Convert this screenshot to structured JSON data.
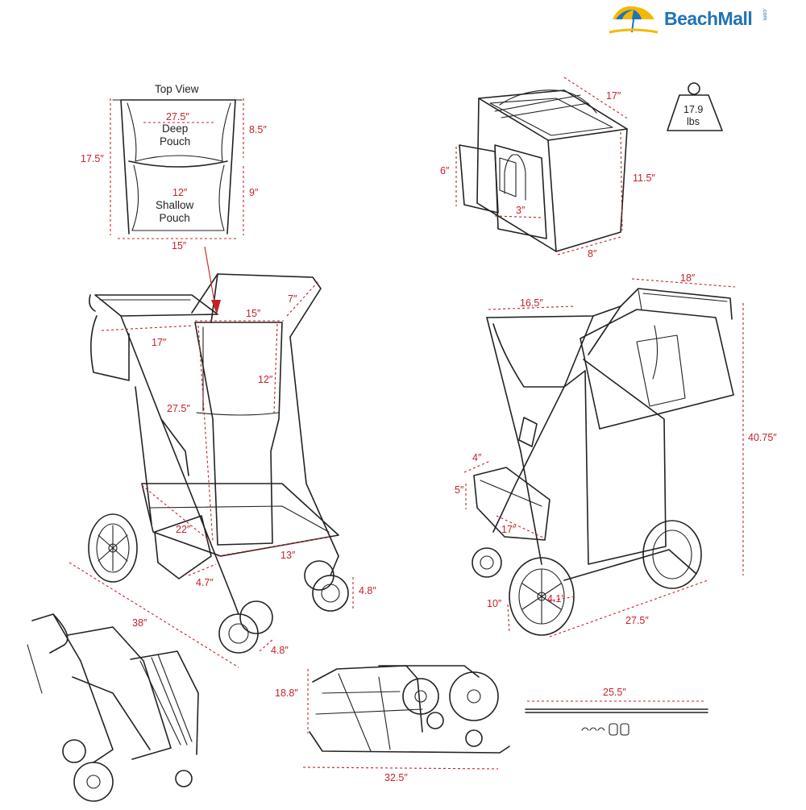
{
  "brand": {
    "name": "BeachMall",
    "suffix": ".com"
  },
  "colors": {
    "dimension": "#c8202a",
    "outline": "#222222",
    "brand_blue": "#1f73b8",
    "brand_yellow": "#f5b800"
  },
  "top_view": {
    "title": "Top View",
    "deep_pouch": "Deep\nPouch",
    "shallow_pouch": "Shallow\nPouch",
    "dims": {
      "deep_width": "27.5″",
      "total_depth": "17.5″",
      "deep_depth": "8.5″",
      "shallow_depth": "9″",
      "shallow_width": "12″",
      "width": "15″"
    }
  },
  "cooler": {
    "dims": {
      "length": "17″",
      "height": "11.5″",
      "depth": "8″",
      "pocket_height": "6″",
      "pocket_depth": "3″"
    }
  },
  "weight": {
    "value": "17.9",
    "unit": "lbs"
  },
  "cart_left": {
    "dims": {
      "top_width": "15″",
      "top_depth": "7″",
      "side_width": "17″",
      "bag_height": "12″",
      "bag_length": "27.5″",
      "bottom_depth": "22″",
      "bottom_width": "13″",
      "rear_wheel_width": "4.7″",
      "front_wheel_height": "4.8″",
      "front_wheel_width": "4.8″",
      "length": "38″"
    }
  },
  "cart_right": {
    "dims": {
      "handle_width": "18″",
      "basket_width": "16.5″",
      "height": "40.75″",
      "pocket_w": "4″",
      "pocket_h": "5″",
      "pocket_length": "17″",
      "wheel_diameter": "10″",
      "wheel_width": "4.1″",
      "base_length": "27.5″"
    }
  },
  "folded": {
    "dims": {
      "height": "18.8″",
      "length": "32.5″"
    }
  },
  "umbrella_holder": {
    "dims": {
      "length": "25.5″"
    }
  }
}
